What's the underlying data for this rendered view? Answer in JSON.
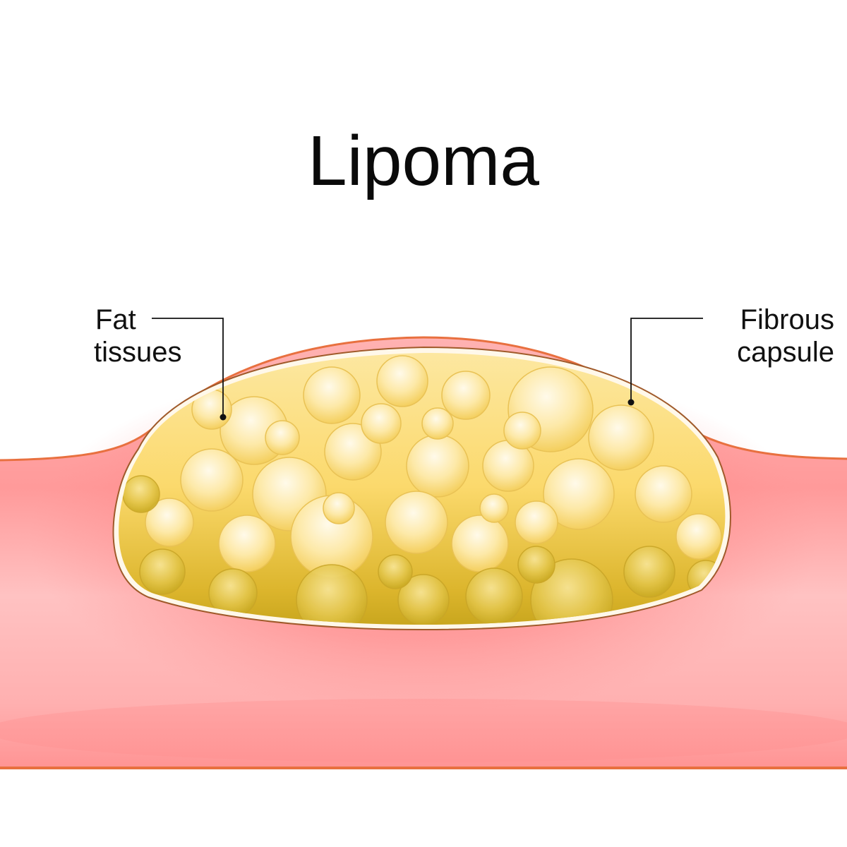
{
  "title": "Lipoma",
  "labels": {
    "fat_tissues": {
      "line1": "Fat",
      "line2": "tissues"
    },
    "fibrous_capsule": {
      "line1": "Fibrous",
      "line2": "capsule"
    }
  },
  "colors": {
    "skin_outline": "#e8703f",
    "skin_light": "#ffc7c7",
    "skin_mid": "#ff9e9e",
    "skin_glow": "#ff5a5a",
    "capsule_white": "#fff8ea",
    "capsule_edge": "#a05a2a",
    "fat_light": "#fff3c8",
    "fat_mid": "#fbd86e",
    "fat_dark": "#c9a81a",
    "leader_line": "#111111"
  }
}
